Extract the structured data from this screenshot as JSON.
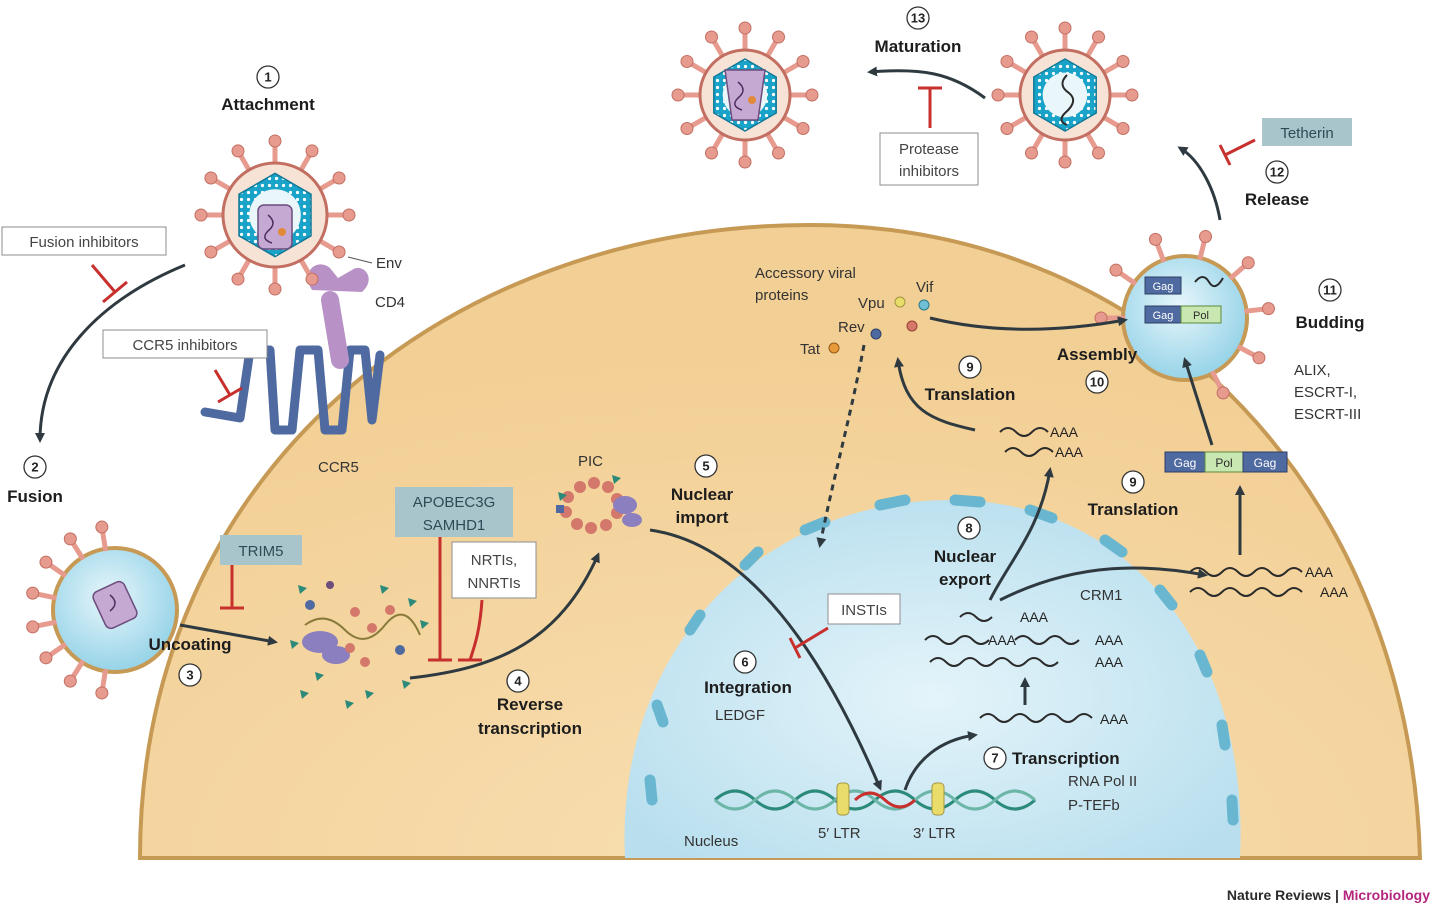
{
  "steps": {
    "attachment": {
      "num": "1",
      "label": "Attachment"
    },
    "fusion": {
      "num": "2",
      "label": "Fusion"
    },
    "uncoating": {
      "num": "3",
      "label": "Uncoating"
    },
    "reverse_transcription": {
      "num": "4",
      "line1": "Reverse",
      "line2": "transcription"
    },
    "nuclear_import": {
      "num": "5",
      "line1": "Nuclear",
      "line2": "import"
    },
    "integration": {
      "num": "6",
      "label": "Integration"
    },
    "transcription": {
      "num": "7",
      "label": "Transcription"
    },
    "nuclear_export": {
      "num": "8",
      "line1": "Nuclear",
      "line2": "export"
    },
    "translation_a": {
      "num": "9",
      "label": "Translation"
    },
    "translation_b": {
      "num": "9",
      "label": "Translation"
    },
    "assembly": {
      "num": "10",
      "label": "Assembly"
    },
    "budding": {
      "num": "11",
      "label": "Budding"
    },
    "release": {
      "num": "12",
      "label": "Release"
    },
    "maturation": {
      "num": "13",
      "label": "Maturation"
    }
  },
  "labels": {
    "env": "Env",
    "cd4": "CD4",
    "ccr5": "CCR5",
    "pic": "PIC",
    "ledgf": "LEDGF",
    "nucleus": "Nucleus",
    "ltr5": "5′ LTR",
    "ltr3": "3′ LTR",
    "rna_pol": "RNA Pol II",
    "ptefb": "P-TEFb",
    "crm1": "CRM1",
    "accessory1": "Accessory viral",
    "accessory2": "proteins",
    "vpu": "Vpu",
    "vif": "Vif",
    "rev": "Rev",
    "tat": "Tat",
    "escrt1": "ALIX,",
    "escrt2": "ESCRT-I,",
    "escrt3": "ESCRT-III",
    "gag": "Gag",
    "pol": "Pol",
    "aaa": "AAA"
  },
  "inhibitors": {
    "fusion": "Fusion inhibitors",
    "ccr5": "CCR5 inhibitors",
    "nrti1": "NRTIs,",
    "nrti2": "NNRTIs",
    "insti": "INSTIs",
    "protease1": "Protease",
    "protease2": "inhibitors"
  },
  "host_factors": {
    "trim5": "TRIM5",
    "apobec": "APOBEC3G",
    "samhd1": "SAMHD1",
    "tetherin": "Tetherin"
  },
  "footer": {
    "journal": "Nature Reviews",
    "sep": " | ",
    "section": "Microbiology"
  },
  "colors": {
    "cell": "#f5d7a4",
    "cell_edge": "#c69a54",
    "nucleus": "#c9e7f2",
    "nucleus_pore": "#68b6cf",
    "spike": "#e79a8e",
    "arrow": "#2f3a40",
    "inhibit": "#c8302e",
    "host_box": "#a9c5cc",
    "capsid": "#1aa3c8",
    "footer_accent": "#b5267e"
  }
}
